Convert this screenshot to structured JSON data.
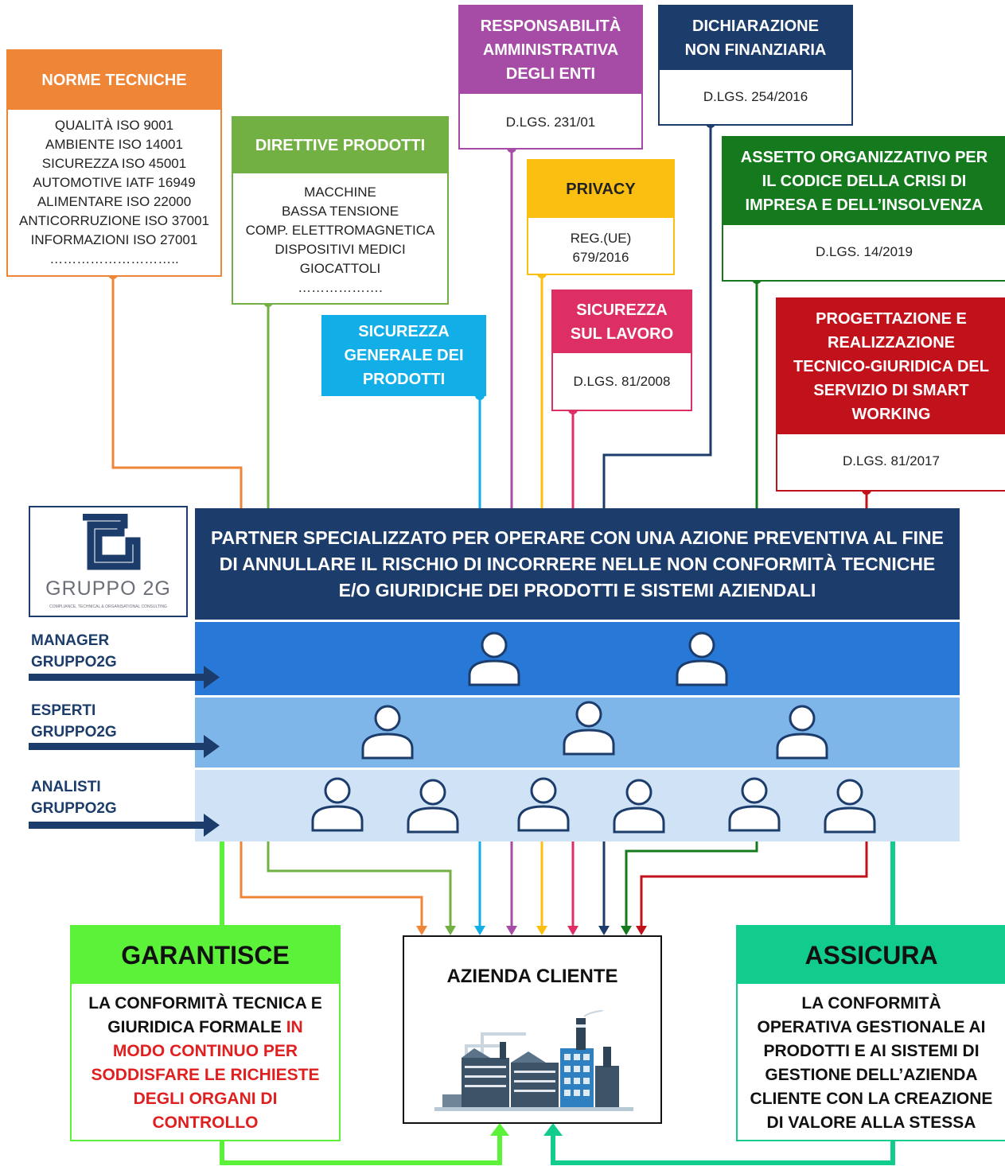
{
  "colors": {
    "orange": "#ee8537",
    "lightgreen": "#72b043",
    "purple": "#a64ca6",
    "navy": "#1c3d6b",
    "yellow": "#fbbf12",
    "cyan": "#12aee8",
    "pink": "#de2f64",
    "green": "#157a1e",
    "red": "#c1121c",
    "lime": "#5df23a",
    "teal": "#12cc8d",
    "band1": "#2878d8",
    "band2": "#7fb6ea",
    "band3": "#cfe2f6"
  },
  "norme": {
    "title": "NORME TECNICHE",
    "items": [
      "QUALITÀ ISO 9001",
      "AMBIENTE ISO 14001",
      "SICUREZZA ISO 45001",
      "AUTOMOTIVE IATF 16949",
      "ALIMENTARE ISO 22000",
      "ANTICORRUZIONE ISO 37001",
      "INFORMAZIONI ISO 27001",
      "……………………….."
    ]
  },
  "direttive": {
    "title": "DIRETTIVE PRODOTTI",
    "items": [
      "MACCHINE",
      "BASSA TENSIONE",
      "COMP. ELETTROMAGNETICA",
      "DISPOSITIVI MEDICI",
      "GIOCATTOLI",
      "………………."
    ]
  },
  "sicurezza_prodotti": {
    "title": [
      "SICUREZZA",
      "GENERALE DEI",
      "PRODOTTI"
    ]
  },
  "responsabilita": {
    "title": [
      "RESPONSABILITÀ",
      "AMMINISTRATIVA",
      "DEGLI ENTI"
    ],
    "ref": "D.LGS. 231/01"
  },
  "privacy": {
    "title": "PRIVACY",
    "ref": [
      "REG.(UE)",
      "679/2016"
    ]
  },
  "dichiarazione": {
    "title": [
      "DICHIARAZIONE",
      "NON FINANZIARIA"
    ],
    "ref": "D.LGS. 254/2016"
  },
  "sicurezza_lavoro": {
    "title": [
      "SICUREZZA",
      "SUL LAVORO"
    ],
    "ref": "D.LGS. 81/2008"
  },
  "assetto": {
    "title": [
      "ASSETTO ORGANIZZATIVO PER",
      "IL CODICE DELLA CRISI DI",
      "IMPRESA E DELL’INSOLVENZA"
    ],
    "ref": "D.LGS. 14/2019"
  },
  "smart_working": {
    "title": [
      "PROGETTAZIONE E",
      "REALIZZAZIONE",
      "TECNICO-GIURIDICA DEL",
      "SERVIZIO DI SMART",
      "WORKING"
    ],
    "ref": "D.LGS. 81/2017"
  },
  "logo": {
    "name": "GRUPPO 2G",
    "tagline": "COMPLIANCE, TECHNICAL & ORGANISATIONAL CONSULTING"
  },
  "banner": {
    "lines": [
      "PARTNER SPECIALIZZATO PER OPERARE CON UNA AZIONE PREVENTIVA AL FINE",
      "DI ANNULLARE IL RISCHIO DI INCORRERE NELLE NON CONFORMITÀ TECNICHE",
      "E/O GIURIDICHE DEI PRODOTTI E SISTEMI AZIENDALI"
    ]
  },
  "roles": [
    {
      "line1": "MANAGER",
      "line2": "GRUPPO2G",
      "count": 2
    },
    {
      "line1": "ESPERTI",
      "line2": "GRUPPO2G",
      "count": 3
    },
    {
      "line1": "ANALISTI",
      "line2": "GRUPPO2G",
      "count": 6
    }
  ],
  "garantisce": {
    "title": "GARANTISCE",
    "black": [
      "LA CONFORMITÀ TECNICA E",
      "GIURIDICA FORMALE "
    ],
    "red_inline": "IN",
    "red": [
      "MODO CONTINUO PER",
      "SODDISFARE LE RICHIESTE",
      "DEGLI ORGANI DI",
      "CONTROLLO"
    ]
  },
  "azienda": {
    "title": "AZIENDA CLIENTE",
    "icon": "factory-icon"
  },
  "assicura": {
    "title": "ASSICURA",
    "lines": [
      "LA CONFORMITÀ",
      "OPERATIVA GESTIONALE AI",
      "PRODOTTI E AI SISTEMI DI",
      "GESTIONE DELL’AZIENDA",
      "CLIENTE CON LA CREAZIONE",
      "DI VALORE ALLA STESSA"
    ]
  }
}
